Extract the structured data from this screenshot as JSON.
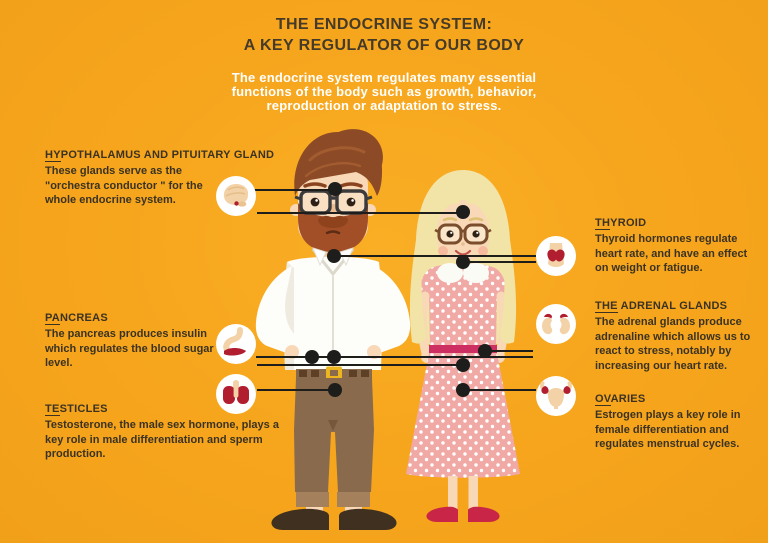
{
  "header": {
    "title_line1": "THE ENDOCRINE SYSTEM:",
    "title_line2": "A KEY REGULATOR OF OUR BODY",
    "subtitle_line1": "The endocrine system regulates many essential",
    "subtitle_line2": "functions of the body such as growth, behavior,",
    "subtitle_line3": "reproduction or adaptation to stress."
  },
  "labels": {
    "hypothalamus": {
      "heading_underlined": "HY",
      "heading_rest": "POTHALAMUS AND PITUITARY GLAND",
      "body": "These glands serve as the \"orchestra conductor \" for the whole endocrine system.",
      "icon": "brain-pituitary-icon"
    },
    "pancreas": {
      "heading_underlined": "PA",
      "heading_rest": "NCREAS",
      "body": "The pancreas produces insulin which regulates the blood sugar level.",
      "icon": "stomach-pancreas-icon"
    },
    "testicles": {
      "heading_underlined": "TE",
      "heading_rest": "STICLES",
      "body": "Testosterone, the male sex hormone, plays a key role in male differentiation and sperm production.",
      "icon": "testicles-icon"
    },
    "thyroid": {
      "heading_underlined": "TH",
      "heading_rest": "YROID",
      "body": "Thyroid hormones regulate heart rate, and have an effect on weight or fatigue.",
      "icon": "thyroid-icon"
    },
    "adrenal": {
      "heading_underlined": "THE",
      "heading_rest": " ADRENAL GLANDS",
      "body": "The adrenal glands produce adrenaline which allows us to react to stress, notably by increasing our heart rate.",
      "icon": "adrenal-glands-icon"
    },
    "ovaries": {
      "heading_underlined": "OV",
      "heading_rest": "ARIES",
      "body": "Estrogen plays a key role in female differentiation and regulates menstrual cycles.",
      "icon": "uterus-ovaries-icon"
    }
  },
  "figures": {
    "male": "man with glasses, beard, white shirt and brown trousers",
    "female": "woman with glasses, blonde hair and pink polka-dot dress"
  },
  "colors": {
    "background": "#F6A51C",
    "title_text": "#453B28",
    "label_text": "#3B3222",
    "subtitle_text": "#FFFFFF",
    "connector": "#1D1D1B",
    "organ_red": "#B01E30",
    "organ_beige": "#F3D2A7",
    "icon_circle_bg": "#FFFFFF",
    "dress_pink": "#F0A9A5",
    "waistband": "#CE2F63",
    "trousers_brown": "#8A6A4C"
  }
}
